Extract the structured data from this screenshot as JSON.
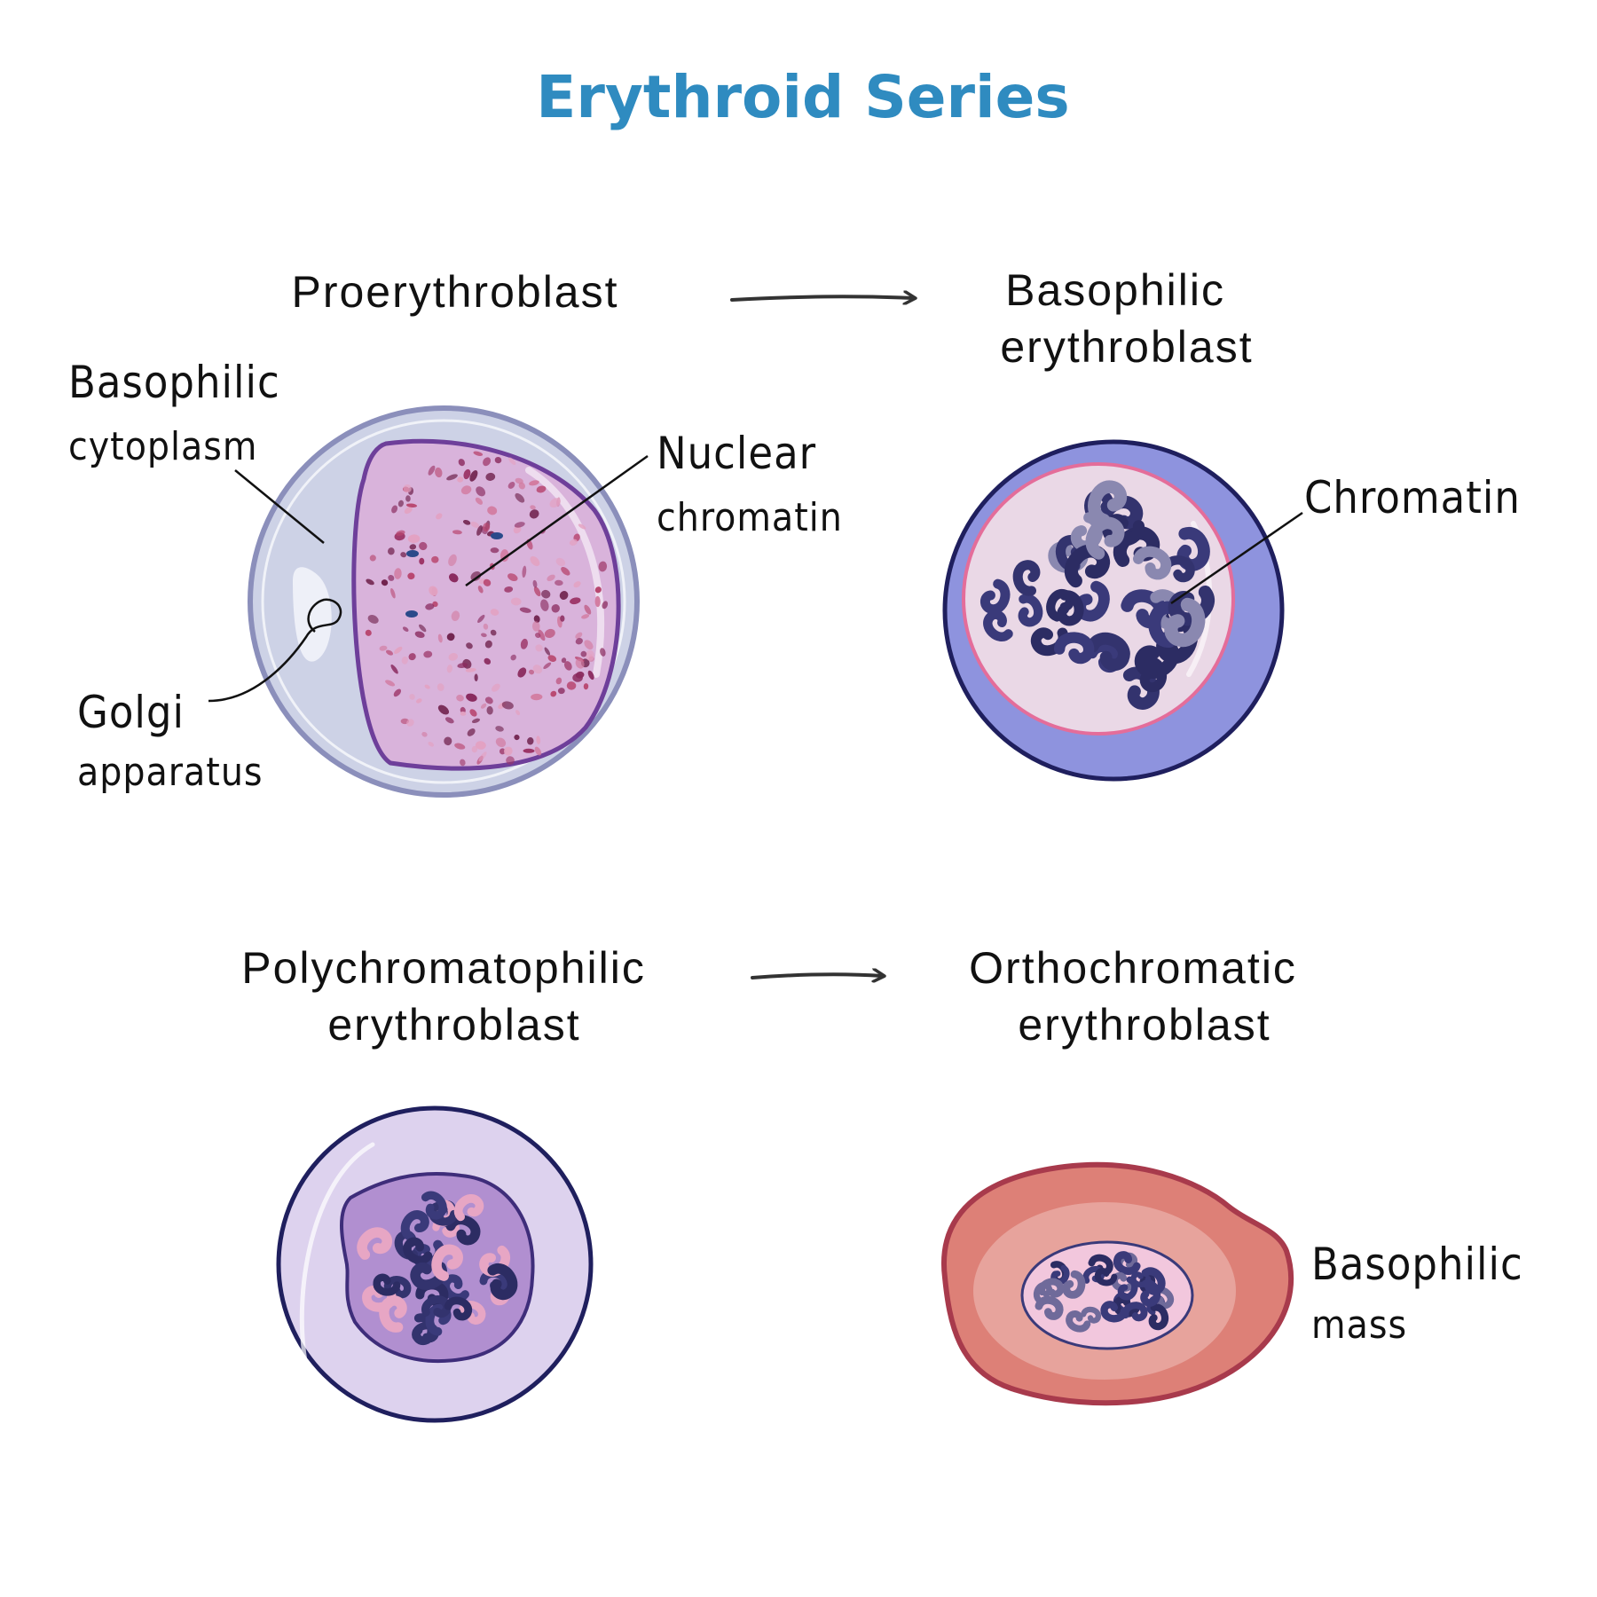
{
  "title": "Erythroid Series",
  "colors": {
    "title": "#2f8bc0",
    "text": "#111111",
    "arrow": "#333333",
    "proerythroblast_cytoplasm": "#cdd2e6",
    "proerythroblast_nucleus": "#d9b3db",
    "basophilic_cytoplasm": "#8e93de",
    "basophilic_nucleus": "#ead8e6",
    "chromatin": "#3a3a7a",
    "polychromatophilic_cytoplasm": "#ddd2ee",
    "polychromatophilic_nucleus": "#b18fd0",
    "orthochromatic_outer": "#dd8077",
    "orthochromatic_inner": "#e7a39c",
    "orthochromatic_nucleus": "#f2c7dd"
  },
  "stages": {
    "proerythroblast": "Proerythroblast",
    "basophilic": [
      "Basophilic",
      "erythroblast"
    ],
    "polychromatophilic": [
      "Polychromatophilic",
      "erythroblast"
    ],
    "orthochromatic": [
      "Orthochromatic",
      "erythroblast"
    ]
  },
  "annotations": {
    "basophilic_cytoplasm": [
      "Basophilic",
      "cytoplasm"
    ],
    "nuclear_chromatin": [
      "Nuclear",
      "chromatin"
    ],
    "golgi_apparatus": [
      "Golgi",
      "apparatus"
    ],
    "chromatin": "Chromatin",
    "basophilic_mass": [
      "Basophilic",
      "mass"
    ]
  }
}
